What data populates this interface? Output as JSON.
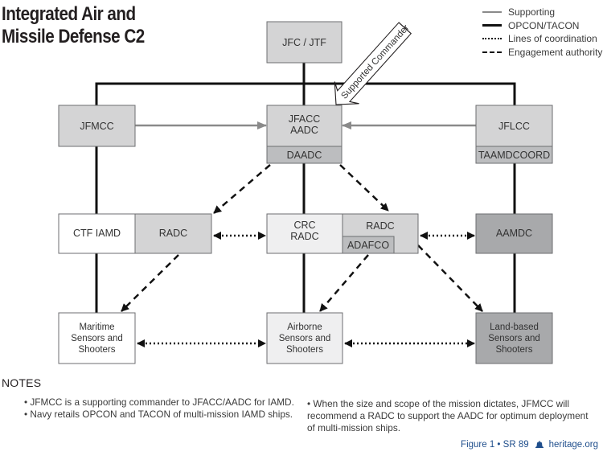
{
  "title": {
    "line1": "Integrated Air and",
    "line2": "Missile Defense C2"
  },
  "legend": [
    {
      "style": "supporting",
      "label": "Supporting"
    },
    {
      "style": "opcon",
      "label": "OPCON/TACON"
    },
    {
      "style": "coordination",
      "label": "Lines of coordination"
    },
    {
      "style": "engagement",
      "label": "Engagement authority"
    }
  ],
  "colors": {
    "box_light": "#d4d4d5",
    "box_mid": "#bcbdbf",
    "box_dark": "#a8a9ab",
    "box_white": "#ffffff",
    "box_offwhite": "#efeff0",
    "supporting_line": "#8a8a8a",
    "opcon_line": "#111111",
    "footer_blue": "#1f4e8c"
  },
  "nodes": {
    "jfc": {
      "lines": [
        "JFC / JTF"
      ]
    },
    "jfmcc": {
      "lines": [
        "JFMCC"
      ]
    },
    "jfacc": {
      "lines": [
        "JFACC",
        "AADC"
      ]
    },
    "daadc": {
      "lines": [
        "DAADC"
      ]
    },
    "jflcc": {
      "lines": [
        "JFLCC"
      ]
    },
    "taamdcoord": {
      "lines": [
        "TAAMDCOORD"
      ]
    },
    "ctf_iamd": {
      "lines": [
        "CTF IAMD"
      ]
    },
    "radc_left": {
      "lines": [
        "RADC"
      ]
    },
    "crc_radc": {
      "lines": [
        "CRC",
        "RADC"
      ]
    },
    "radc_center": {
      "lines": [
        "RADC"
      ]
    },
    "adafco": {
      "lines": [
        "ADAFCO"
      ]
    },
    "aamdc": {
      "lines": [
        "AAMDC"
      ]
    },
    "maritime": {
      "lines": [
        "Maritime",
        "Sensors and",
        "Shooters"
      ]
    },
    "airborne": {
      "lines": [
        "Airborne",
        "Sensors and",
        "Shooters"
      ]
    },
    "landbased": {
      "lines": [
        "Land-based",
        "Sensors and",
        "Shooters"
      ]
    }
  },
  "callout": {
    "label": "Supported Commander"
  },
  "notes": {
    "heading": "NOTES",
    "left": [
      "• JFMCC is a supporting commander to JFACC/AADC for IAMD.",
      "• Navy retails OPCON and TACON of multi-mission IAMD ships."
    ],
    "right": "• When the size and scope of the mission dictates, JFMCC will recommend a RADC to support the AADC for optimum deployment of multi-mission ships."
  },
  "footer": {
    "figure": "Figure 1 • SR 89",
    "icon": "liberty-bell-icon",
    "site": "heritage.org"
  }
}
